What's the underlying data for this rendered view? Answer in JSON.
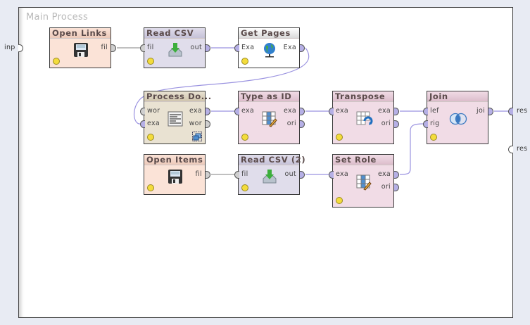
{
  "process": {
    "title": "Main Process"
  },
  "external_ports": {
    "input": [
      "inp"
    ],
    "results": [
      "res",
      "res"
    ]
  },
  "operators": {
    "open_links": {
      "name": "Open Links",
      "inputs": [],
      "outputs": [
        "fil"
      ],
      "icon": "floppy-disk-icon"
    },
    "read_csv": {
      "name": "Read CSV",
      "inputs": [
        "fil"
      ],
      "outputs": [
        "out"
      ],
      "icon": "import-tray-icon"
    },
    "get_pages": {
      "name": "Get Pages",
      "inputs": [
        "Exa"
      ],
      "outputs": [
        "Exa"
      ],
      "icon": "globe-icon"
    },
    "process_docs": {
      "name": "Process Do...",
      "inputs": [
        "wor",
        "exa"
      ],
      "outputs": [
        "exa",
        "wor"
      ],
      "icon": "document-text-icon",
      "subprocess_icon": "subprocess-icon"
    },
    "type_as_id": {
      "name": "Type as ID",
      "inputs": [
        "exa"
      ],
      "outputs": [
        "exa",
        "ori"
      ],
      "icon": "table-edit-icon"
    },
    "transpose": {
      "name": "Transpose",
      "inputs": [
        "exa"
      ],
      "outputs": [
        "exa",
        "ori"
      ],
      "icon": "table-rotate-icon"
    },
    "join": {
      "name": "Join",
      "inputs": [
        "lef",
        "rig"
      ],
      "outputs": [
        "joi"
      ],
      "icon": "venn-join-icon"
    },
    "open_items": {
      "name": "Open Items",
      "inputs": [],
      "outputs": [
        "fil"
      ],
      "icon": "floppy-disk-icon"
    },
    "read_csv_2": {
      "name": "Read CSV (2)",
      "inputs": [
        "fil"
      ],
      "outputs": [
        "out"
      ],
      "icon": "import-tray-icon"
    },
    "set_role": {
      "name": "Set Role",
      "inputs": [
        "exa"
      ],
      "outputs": [
        "exa",
        "ori"
      ],
      "icon": "table-edit-icon"
    }
  },
  "connections": [
    {
      "from": "inp",
      "to": "open_links"
    },
    {
      "from": "open_links.fil",
      "to": "read_csv.fil"
    },
    {
      "from": "read_csv.out",
      "to": "get_pages.Exa"
    },
    {
      "from": "get_pages.Exa",
      "to": "process_docs.exa"
    },
    {
      "from": "process_docs.exa",
      "to": "type_as_id.exa"
    },
    {
      "from": "type_as_id.exa",
      "to": "transpose.exa"
    },
    {
      "from": "transpose.exa",
      "to": "join.lef"
    },
    {
      "from": "open_items.fil",
      "to": "read_csv_2.fil"
    },
    {
      "from": "read_csv_2.out",
      "to": "set_role.exa"
    },
    {
      "from": "set_role.exa",
      "to": "join.rig"
    },
    {
      "from": "join.joi",
      "to": "res"
    }
  ],
  "colors": {
    "wire_example": "#9a92e0",
    "wire_file": "#9a9a9a",
    "op_io": "#fbe3d7",
    "op_csv": "#e0ddeb",
    "op_web": "#ffffff",
    "op_text": "#e9e2d2",
    "op_data": "#f1dce6"
  }
}
